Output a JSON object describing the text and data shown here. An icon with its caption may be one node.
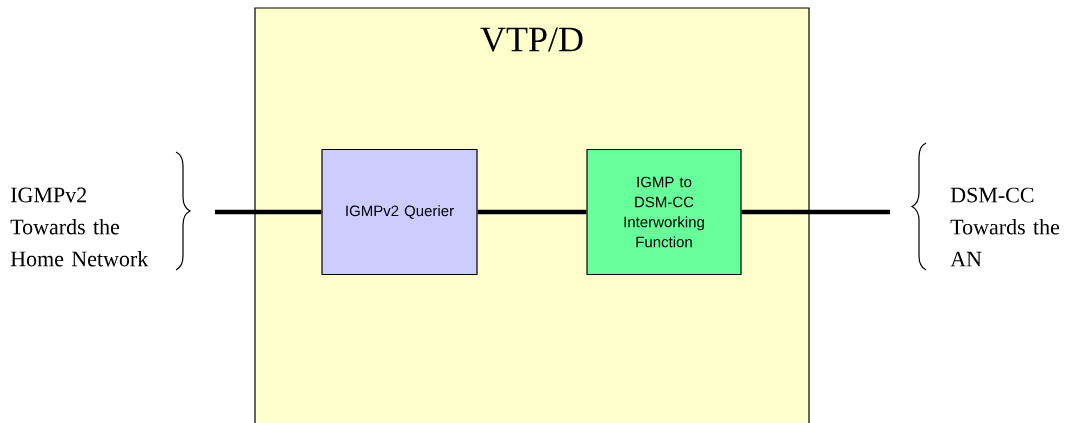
{
  "diagram": {
    "nodes": [
      {
        "text": [
          "VTP/D"
        ]
      },
      {
        "text": [
          "IGMPv2 Querier"
        ],
        "in": 0
      },
      {
        "text": [
          "IGMP to DSM-CC Interworking Function"
        ],
        "in": 0
      },
      {
        "text": [
          "IGMPv2 Towards the Home Network"
        ]
      },
      {
        "text": [
          "DSM-CC Towards the AN"
        ]
      }
    ],
    "edges": [
      {
        "from": 3,
        "to": 1,
        "arrow": "none"
      },
      {
        "from": 1,
        "to": 2,
        "arrow": "none"
      },
      {
        "from": 2,
        "to": 4,
        "arrow": "none"
      }
    ]
  }
}
